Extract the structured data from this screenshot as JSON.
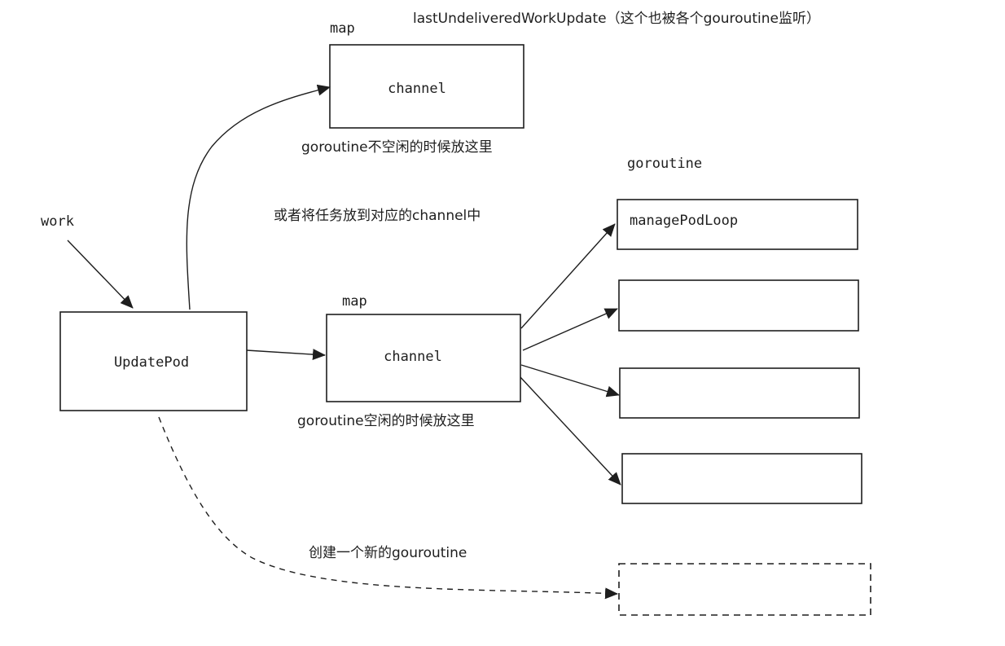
{
  "labels": {
    "work": "work",
    "update_pod": "UpdatePod",
    "map_top": "map",
    "channel_top": "channel",
    "caption_top": "goroutine不空闲的时候放这里",
    "last_undelivered": "lastUndeliveredWorkUpdate（这个也被各个gouroutine监听）",
    "or_put": "或者将任务放到对应的channel中",
    "map_mid": "map",
    "channel_mid": "channel",
    "caption_mid": "goroutine空闲的时候放这里",
    "goroutine_header": "goroutine",
    "manage_pod_loop": "managePodLoop",
    "create_new": "创建一个新的gouroutine"
  },
  "colors": {
    "stroke": "#1e1e1e",
    "background": "#ffffff"
  }
}
